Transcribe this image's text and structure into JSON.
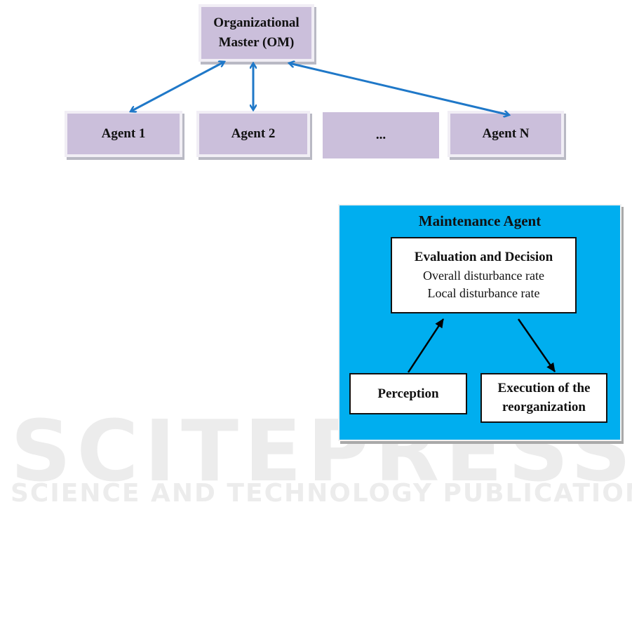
{
  "org_diagram": {
    "master": {
      "line1": "Organizational",
      "line2": "Master (OM)"
    },
    "agents": [
      "Agent 1",
      "Agent 2",
      "...",
      "Agent N"
    ],
    "arrow_color": "#1f78c8",
    "box_color": "#cbbfdb"
  },
  "maintenance_agent": {
    "title": "Maintenance Agent",
    "evaluation": {
      "title": "Evaluation and Decision",
      "line1": "Overall disturbance rate",
      "line2": "Local disturbance rate"
    },
    "perception": "Perception",
    "execution": {
      "line1": "Execution of the",
      "line2": "reorganization"
    },
    "background_color": "#00aeef"
  },
  "watermark": {
    "main": "SCITEPRESS",
    "sub": "SCIENCE AND TECHNOLOGY PUBLICATIONS"
  }
}
